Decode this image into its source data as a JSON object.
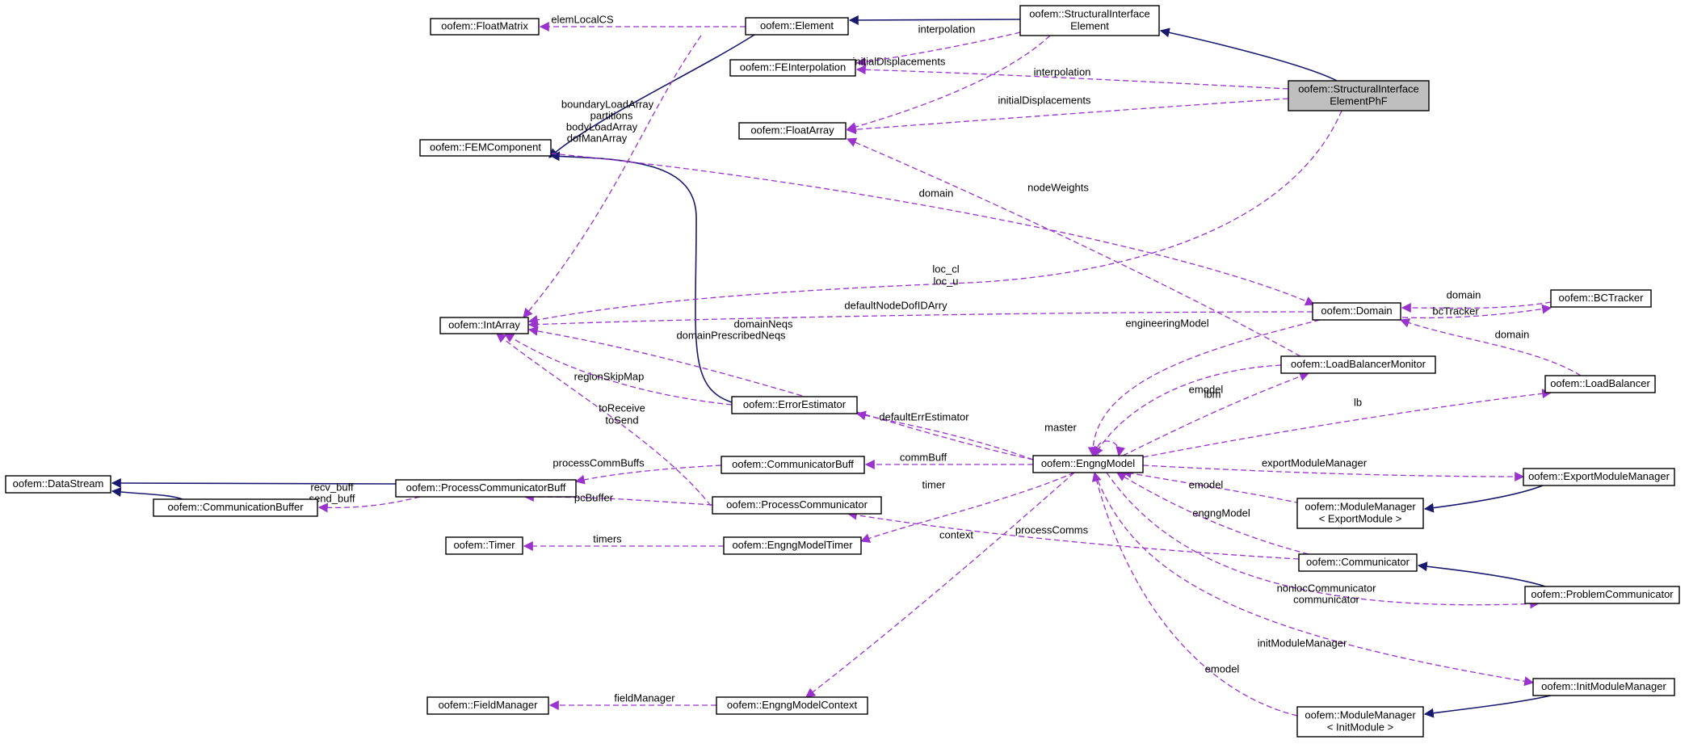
{
  "colors": {
    "inherit_edge": "#191970",
    "usage_edge": "#9a32cd",
    "focus_fill": "#bfbfbf",
    "node_fill": "#ffffff"
  },
  "nodes": [
    {
      "id": "sie",
      "lines": [
        "oofem::StructuralInterface",
        "Element"
      ]
    },
    {
      "id": "siephf",
      "lines": [
        "oofem::StructuralInterface",
        "ElementPhF"
      ],
      "focus": true
    },
    {
      "id": "element",
      "lines": [
        "oofem::Element"
      ]
    },
    {
      "id": "floatmatrix",
      "lines": [
        "oofem::FloatMatrix"
      ]
    },
    {
      "id": "feinterp",
      "lines": [
        "oofem::FEInterpolation"
      ]
    },
    {
      "id": "floatarray",
      "lines": [
        "oofem::FloatArray"
      ]
    },
    {
      "id": "femcomp",
      "lines": [
        "oofem::FEMComponent"
      ]
    },
    {
      "id": "intarray",
      "lines": [
        "oofem::IntArray"
      ]
    },
    {
      "id": "domain",
      "lines": [
        "oofem::Domain"
      ]
    },
    {
      "id": "bctracker",
      "lines": [
        "oofem::BCTracker"
      ]
    },
    {
      "id": "loadbalancer",
      "lines": [
        "oofem::LoadBalancer"
      ]
    },
    {
      "id": "lbmonitor",
      "lines": [
        "oofem::LoadBalancerMonitor"
      ]
    },
    {
      "id": "errest",
      "lines": [
        "oofem::ErrorEstimator"
      ]
    },
    {
      "id": "engng",
      "lines": [
        "oofem::EngngModel"
      ]
    },
    {
      "id": "commbuff",
      "lines": [
        "oofem::CommunicatorBuff"
      ]
    },
    {
      "id": "datastream",
      "lines": [
        "oofem::DataStream"
      ]
    },
    {
      "id": "pcbuff",
      "lines": [
        "oofem::ProcessCommunicatorBuff"
      ]
    },
    {
      "id": "commbuffer",
      "lines": [
        "oofem::CommunicationBuffer"
      ]
    },
    {
      "id": "proccomm",
      "lines": [
        "oofem::ProcessCommunicator"
      ]
    },
    {
      "id": "timer",
      "lines": [
        "oofem::Timer"
      ]
    },
    {
      "id": "engtimer",
      "lines": [
        "oofem::EngngModelTimer"
      ]
    },
    {
      "id": "communicator",
      "lines": [
        "oofem::Communicator"
      ]
    },
    {
      "id": "probcomm",
      "lines": [
        "oofem::ProblemCommunicator"
      ]
    },
    {
      "id": "exportmm",
      "lines": [
        "oofem::ExportModuleManager"
      ]
    },
    {
      "id": "mmexport",
      "lines": [
        "oofem::ModuleManager",
        "< ExportModule >"
      ]
    },
    {
      "id": "initmm",
      "lines": [
        "oofem::InitModuleManager"
      ]
    },
    {
      "id": "mminit",
      "lines": [
        "oofem::ModuleManager",
        "< InitModule >"
      ]
    },
    {
      "id": "fieldmgr",
      "lines": [
        "oofem::FieldManager"
      ]
    },
    {
      "id": "engctx",
      "lines": [
        "oofem::EngngModelContext"
      ]
    }
  ],
  "edges": [
    {
      "from": "sie",
      "to": "element",
      "type": "inherit",
      "labels": []
    },
    {
      "from": "siephf",
      "to": "sie",
      "type": "inherit",
      "labels": []
    },
    {
      "from": "element",
      "to": "femcomp",
      "type": "inherit",
      "labels": []
    },
    {
      "from": "errest",
      "to": "femcomp",
      "type": "inherit",
      "labels": []
    },
    {
      "from": "pcbuff",
      "to": "datastream",
      "type": "inherit",
      "labels": []
    },
    {
      "from": "commbuffer",
      "to": "datastream",
      "type": "inherit",
      "labels": []
    },
    {
      "from": "exportmm",
      "to": "mmexport",
      "type": "inherit",
      "labels": []
    },
    {
      "from": "probcomm",
      "to": "communicator",
      "type": "inherit",
      "labels": []
    },
    {
      "from": "initmm",
      "to": "mminit",
      "type": "inherit",
      "labels": []
    },
    {
      "from": "element",
      "to": "floatmatrix",
      "type": "usage",
      "labels": [
        "elemLocalCS"
      ]
    },
    {
      "from": "sie",
      "to": "feinterp",
      "type": "usage",
      "labels": [
        "interpolation"
      ]
    },
    {
      "from": "siephf",
      "to": "feinterp",
      "type": "usage",
      "labels": [
        "interpolation"
      ]
    },
    {
      "from": "sie",
      "to": "floatarray",
      "type": "usage",
      "labels": [
        "initialDisplacements"
      ]
    },
    {
      "from": "siephf",
      "to": "floatarray",
      "type": "usage",
      "labels": [
        "initialDisplacements"
      ]
    },
    {
      "from": "element",
      "to": "intarray",
      "type": "usage",
      "labels": [
        "boundaryLoadArray",
        "partitions",
        "bodyLoadArray",
        "dofManArray"
      ]
    },
    {
      "from": "femcomp",
      "to": "domain",
      "type": "usage",
      "labels": [
        "domain"
      ]
    },
    {
      "from": "lbmonitor",
      "to": "floatarray",
      "type": "usage",
      "labels": [
        "nodeWeights"
      ]
    },
    {
      "from": "siephf",
      "to": "intarray",
      "type": "usage",
      "labels": [
        "loc_cl",
        "loc_u"
      ]
    },
    {
      "from": "domain",
      "to": "intarray",
      "type": "usage",
      "labels": [
        "defaultNodeDofIDArry"
      ]
    },
    {
      "from": "bctracker",
      "to": "domain",
      "type": "usage",
      "labels": [
        "domain"
      ]
    },
    {
      "from": "domain",
      "to": "bctracker",
      "type": "usage",
      "labels": [
        "bcTracker"
      ]
    },
    {
      "from": "loadbalancer",
      "to": "domain",
      "type": "usage",
      "labels": [
        "domain"
      ]
    },
    {
      "from": "domain",
      "to": "engng",
      "type": "usage",
      "labels": [
        "engineeringModel"
      ]
    },
    {
      "from": "engng",
      "to": "intarray",
      "type": "usage",
      "labels": [
        "domainNeqs",
        "domainPrescribedNeqs"
      ]
    },
    {
      "from": "errest",
      "to": "intarray",
      "type": "usage",
      "labels": [
        "regionSkipMap"
      ]
    },
    {
      "from": "proccomm",
      "to": "intarray",
      "type": "usage",
      "labels": [
        "toReceive",
        "toSend"
      ]
    },
    {
      "from": "lbmonitor",
      "to": "engng",
      "type": "usage",
      "labels": [
        "emodel"
      ]
    },
    {
      "from": "engng",
      "to": "lbmonitor",
      "type": "usage",
      "labels": [
        "lbm"
      ]
    },
    {
      "from": "engng",
      "to": "loadbalancer",
      "type": "usage",
      "labels": [
        "lb"
      ]
    },
    {
      "from": "engng",
      "to": "errest",
      "type": "usage",
      "labels": [
        "defaultErrEstimator"
      ]
    },
    {
      "from": "engng",
      "to": "engng",
      "type": "usage",
      "labels": [
        "master"
      ]
    },
    {
      "from": "engng",
      "to": "commbuff",
      "type": "usage",
      "labels": [
        "commBuff"
      ]
    },
    {
      "from": "commbuff",
      "to": "pcbuff",
      "type": "usage",
      "labels": [
        "processCommBuffs"
      ]
    },
    {
      "from": "pcbuff",
      "to": "commbuffer",
      "type": "usage",
      "labels": [
        "recv_buff",
        "send_buff"
      ]
    },
    {
      "from": "proccomm",
      "to": "pcbuff",
      "type": "usage",
      "labels": [
        "pcBuffer"
      ]
    },
    {
      "from": "engng",
      "to": "exportmm",
      "type": "usage",
      "labels": [
        "exportModuleManager"
      ]
    },
    {
      "from": "mmexport",
      "to": "engng",
      "type": "usage",
      "labels": [
        "emodel"
      ]
    },
    {
      "from": "engng",
      "to": "engtimer",
      "type": "usage",
      "labels": [
        "timer"
      ]
    },
    {
      "from": "engtimer",
      "to": "timer",
      "type": "usage",
      "labels": [
        "timers"
      ]
    },
    {
      "from": "communicator",
      "to": "proccomm",
      "type": "usage",
      "labels": [
        "processComms"
      ]
    },
    {
      "from": "communicator",
      "to": "engng",
      "type": "usage",
      "labels": [
        "engngModel"
      ]
    },
    {
      "from": "engng",
      "to": "probcomm",
      "type": "usage",
      "labels": [
        "nonlocCommunicator",
        "communicator"
      ]
    },
    {
      "from": "engng",
      "to": "engctx",
      "type": "usage",
      "labels": [
        "context"
      ]
    },
    {
      "from": "engng",
      "to": "initmm",
      "type": "usage",
      "labels": [
        "initModuleManager"
      ]
    },
    {
      "from": "mminit",
      "to": "engng",
      "type": "usage",
      "labels": [
        "emodel"
      ]
    },
    {
      "from": "engctx",
      "to": "fieldmgr",
      "type": "usage",
      "labels": [
        "fieldManager"
      ]
    }
  ]
}
